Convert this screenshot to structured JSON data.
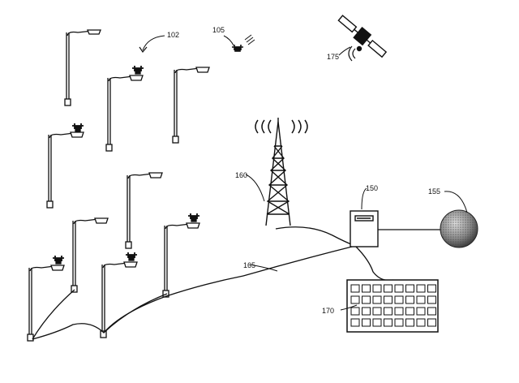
{
  "labels": {
    "streetlights": "102",
    "drone": "105",
    "tower": "160",
    "controller": "150",
    "globe": "155",
    "cable": "165",
    "panel": "170",
    "satellite": "175"
  },
  "panel_grid": {
    "rows": 4,
    "cols": 8
  }
}
